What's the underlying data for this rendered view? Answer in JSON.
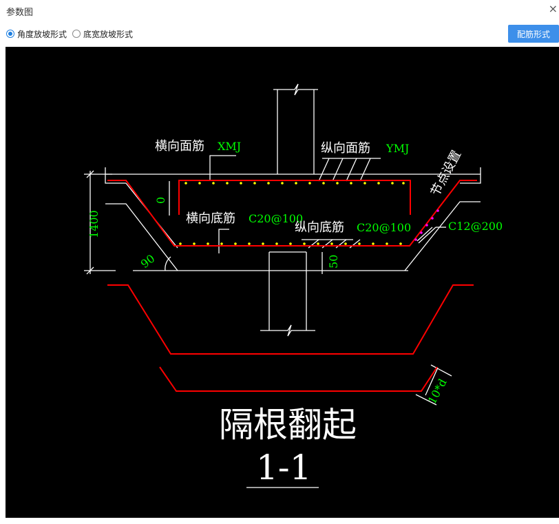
{
  "window": {
    "title": "参数图",
    "close_glyph": "×"
  },
  "options": [
    {
      "label": "角度放坡形式",
      "selected": true
    },
    {
      "label": "底宽放坡形式",
      "selected": false
    }
  ],
  "toolbar": {
    "configure_button": "配筋形式"
  },
  "drawing": {
    "labels": {
      "transverse_top": "横向面筋",
      "transverse_top_value": "XMJ",
      "longitudinal_top": "纵向面筋",
      "longitudinal_top_value": "YMJ",
      "transverse_bottom": "横向底筋",
      "transverse_bottom_value": "C20@100",
      "longitudinal_bottom": "纵向底筋",
      "longitudinal_bottom_value": "C20@100",
      "node_setting": "节点设置",
      "corner_bar_value": "C12@200",
      "depth_dim": "1400",
      "cover_dim": "0",
      "bottom_cover_dim": "50",
      "angle_dim": "90",
      "anchor_dim": "10*d",
      "section_title": "隔根翻起",
      "section_number": "1-1"
    },
    "colors": {
      "background": "#000000",
      "outline": "#ffffff",
      "rebar": "#ff0000",
      "dots": "#ffff00",
      "value_text": "#00ff00",
      "node_marks": "#ff00ff"
    }
  }
}
